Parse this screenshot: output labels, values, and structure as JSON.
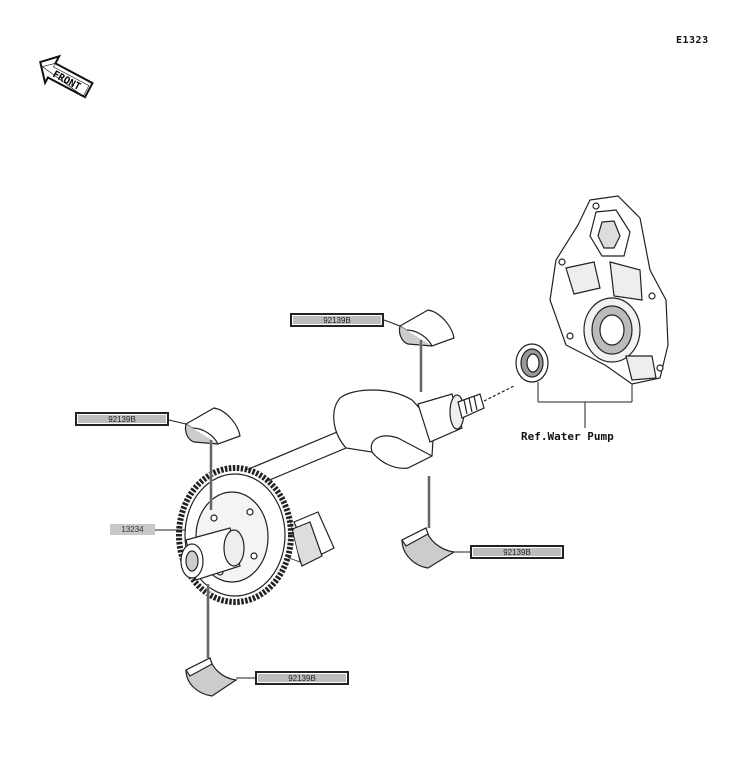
{
  "diagram": {
    "code": "E1323",
    "front_label": "FRONT",
    "ref_label": "Ref.Water Pump",
    "parts": [
      {
        "id": "bearing-top",
        "number": "92139B"
      },
      {
        "id": "bearing-left",
        "number": "92139B"
      },
      {
        "id": "balancer-gear",
        "number": "13234"
      },
      {
        "id": "bearing-right",
        "number": "92139B"
      },
      {
        "id": "bearing-bottom",
        "number": "92139B"
      }
    ]
  }
}
